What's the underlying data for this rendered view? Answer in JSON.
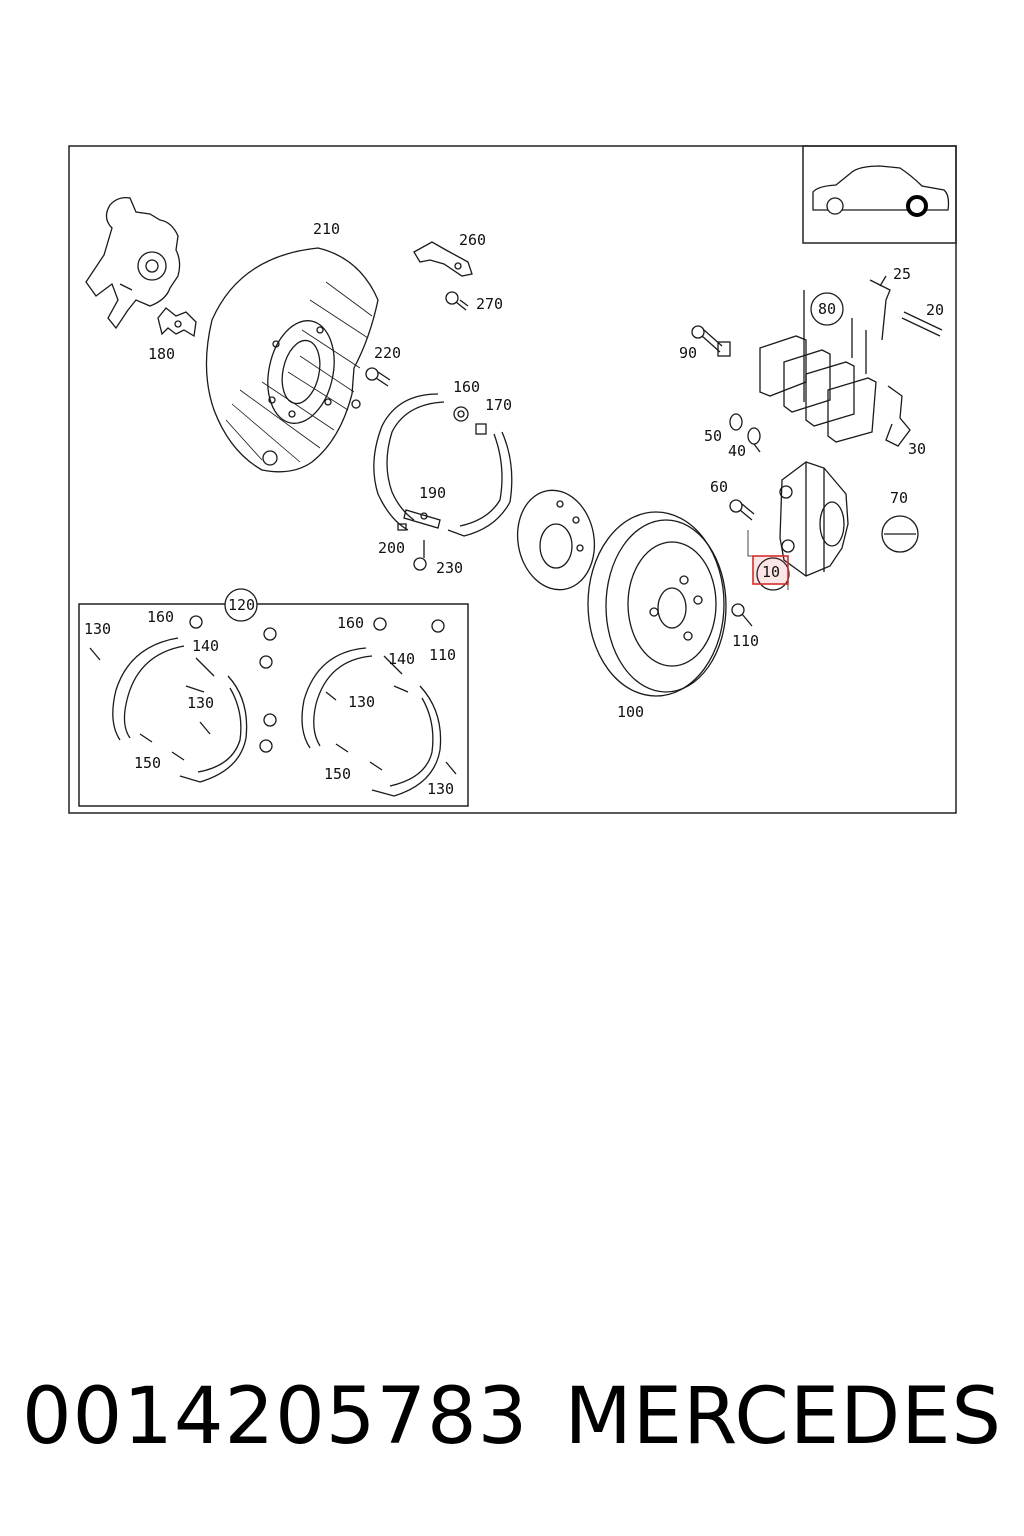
{
  "caption": {
    "part_number": "0014205783",
    "brand": "MERCEDES"
  },
  "highlight": {
    "label": "10",
    "color": "#d32f2f"
  },
  "callouts": {
    "c210": "210",
    "c260": "260",
    "c270": "270",
    "c180": "180",
    "c220": "220",
    "c160a": "160",
    "c170": "170",
    "c190": "190",
    "c200": "200",
    "c230": "230",
    "c25": "25",
    "c20": "20",
    "c80": "80",
    "c90": "90",
    "c50": "50",
    "c40": "40",
    "c30": "30",
    "c60": "60",
    "c70": "70",
    "c110a": "110",
    "c100": "100",
    "c120": "120",
    "c130a": "130",
    "c160b": "160",
    "c140a": "140",
    "c130b": "130",
    "c150a": "150",
    "c160c": "160",
    "c110b": "110",
    "c140b": "140",
    "c130c": "130",
    "c150b": "150",
    "c130d": "130"
  },
  "icons": {
    "vehicle_indicator": "car-rear-wheel-icon"
  }
}
